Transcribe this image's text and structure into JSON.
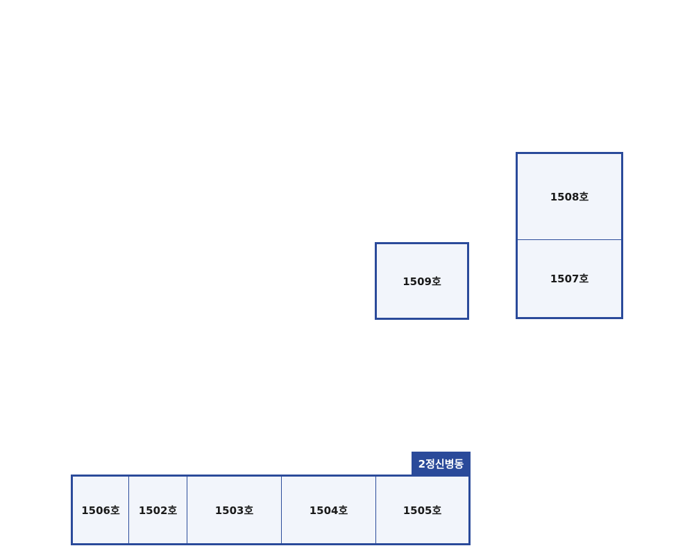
{
  "ward": {
    "label": "2정신병동"
  },
  "rooms": {
    "r1509": "1509호",
    "r1508": "1508호",
    "r1507": "1507호",
    "r1506": "1506호",
    "r1502": "1502호",
    "r1503": "1503호",
    "r1504": "1504호",
    "r1505": "1505호"
  },
  "colors": {
    "border": "#2a4a9a",
    "room_fill": "#f2f5fb",
    "label_fill": "#2a4a9a",
    "label_text": "#ffffff"
  }
}
